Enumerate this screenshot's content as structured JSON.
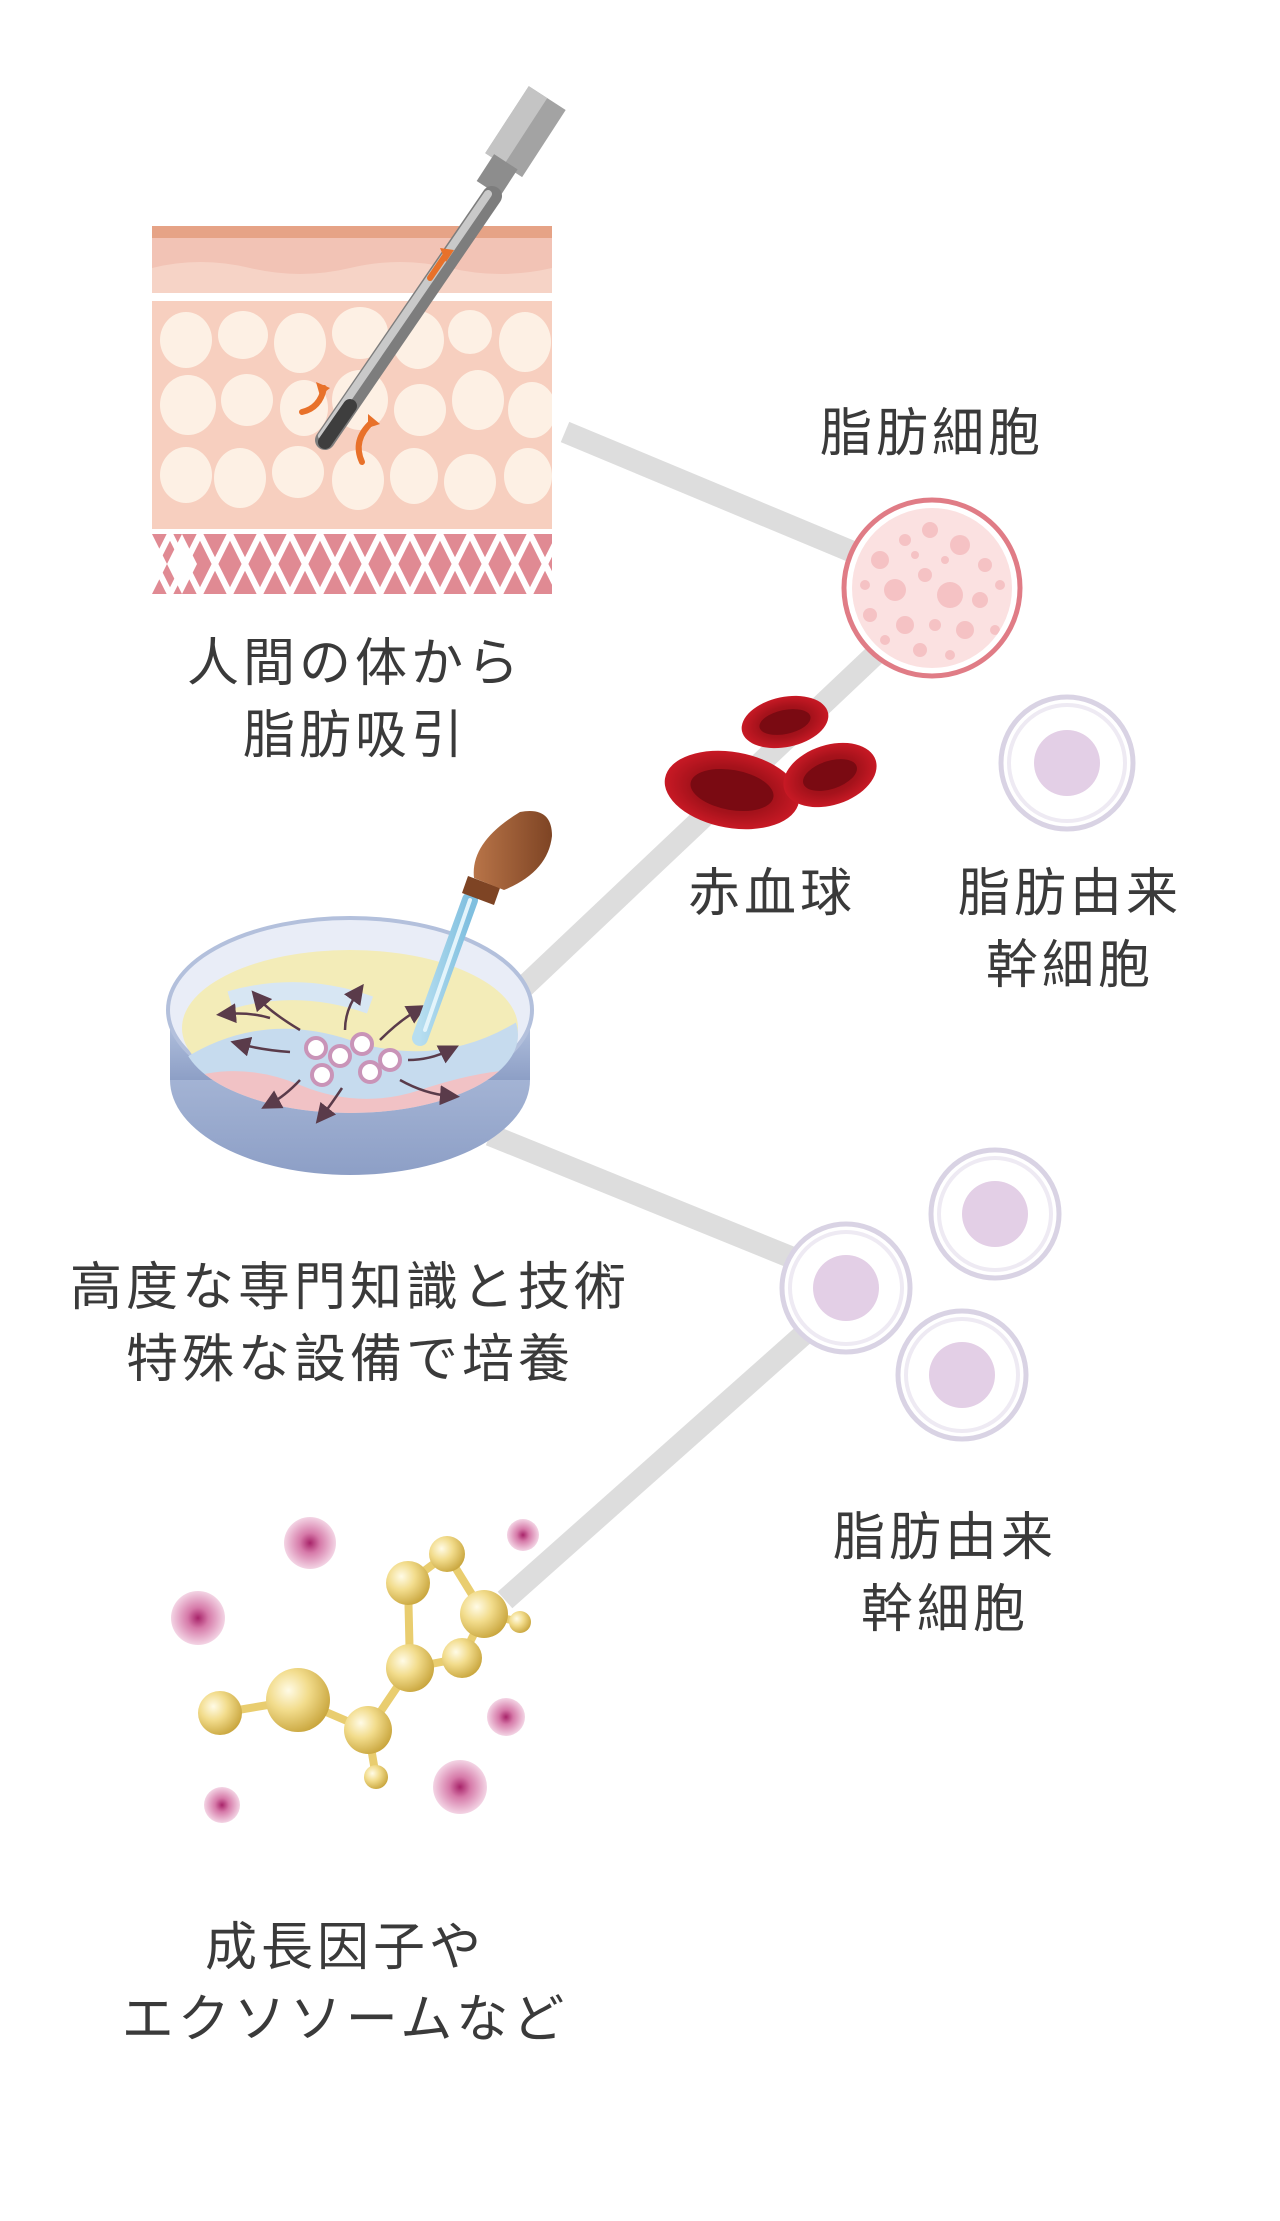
{
  "labels": {
    "liposuction": [
      "人間の体から",
      "脂肪吸引"
    ],
    "fat_cell": [
      "脂肪細胞"
    ],
    "red_blood_cell": [
      "赤血球"
    ],
    "stem_cell_1": [
      "脂肪由来",
      "幹細胞"
    ],
    "culture": [
      "高度な専門知識と技術",
      "特殊な設備で培養"
    ],
    "stem_cell_2": [
      "脂肪由来",
      "幹細胞"
    ],
    "growth_factors": [
      "成長因子や",
      "エクソソームなど"
    ]
  },
  "colors": {
    "connector": "#dddddd",
    "skin_top": "#f2c3b5",
    "skin_fat_bg": "#f7cfbf",
    "fat_globule": "#fdf0e4",
    "dermis_pattern": "#e08a93",
    "fat_cell_ring": "#e07c86",
    "red_blood_cell": "#c0141f",
    "stem_cell_nucleus": "#e3cfe6",
    "stem_cell_ring": "#d9d3e4",
    "dish_liquid_yellow": "#f3ecb8",
    "dish_liquid_blue": "#c6dbee",
    "dish_liquid_pink": "#f1c2c5",
    "dropper_bulb": "#9b5a36",
    "molecule_gold": "#e9cd6f",
    "exosome_pink": "#cc6a9a",
    "text": "#3a3a3a"
  },
  "icons": [
    "cannula-icon",
    "skin-tissue-icon",
    "fat-cell-icon",
    "red-blood-cell-icon",
    "stem-cell-icon",
    "petri-dish-icon",
    "dropper-icon",
    "molecule-icon",
    "exosome-icon"
  ]
}
